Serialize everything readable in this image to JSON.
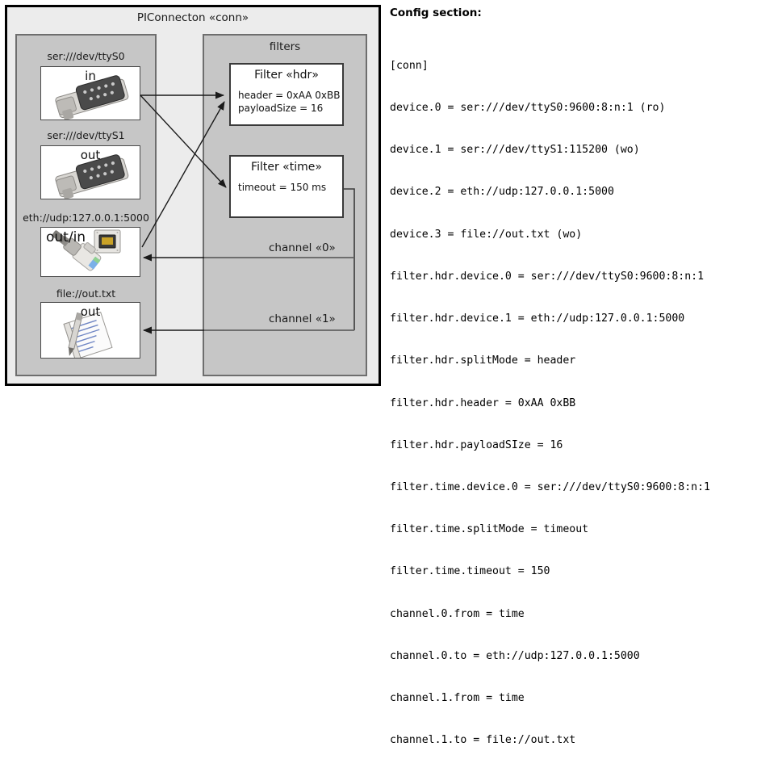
{
  "diagram": {
    "title": "PIConnecton «conn»",
    "devices_panel": {
      "title": "",
      "items": [
        {
          "label": "ser:///dev/ttyS0",
          "word": "in",
          "icon": "serial-port-icon"
        },
        {
          "label": "ser:///dev/ttyS1",
          "word": "out",
          "icon": "serial-port-icon"
        },
        {
          "label": "eth://udp:127.0.0.1:5000",
          "word": "out/in",
          "icon": "ethernet-plug-icon"
        },
        {
          "label": "file://out.txt",
          "word": "out",
          "icon": "text-file-icon"
        }
      ]
    },
    "filters_panel": {
      "title": "filters",
      "filters": [
        {
          "title": "Filter «hdr»",
          "props": [
            "header = 0xAA 0xBB",
            "payloadSize = 16"
          ]
        },
        {
          "title": "Filter «time»",
          "props": [
            "timeout = 150 ms"
          ]
        }
      ],
      "channels": [
        {
          "label": "channel «0»"
        },
        {
          "label": "channel «1»"
        }
      ]
    }
  },
  "config": {
    "heading": "Config section:",
    "lines": [
      "[conn]",
      "device.0 = ser:///dev/ttyS0:9600:8:n:1 (ro)",
      "device.1 = ser:///dev/ttyS1:115200 (wo)",
      "device.2 = eth://udp:127.0.0.1:5000",
      "device.3 = file://out.txt (wo)",
      "filter.hdr.device.0 = ser:///dev/ttyS0:9600:8:n:1",
      "filter.hdr.device.1 = eth://udp:127.0.0.1:5000",
      "filter.hdr.splitMode = header",
      "filter.hdr.header = 0xAA 0xBB",
      "filter.hdr.payloadSIze = 16",
      "filter.time.device.0 = ser:///dev/ttyS0:9600:8:n:1",
      "filter.time.splitMode = timeout",
      "filter.time.timeout = 150",
      "channel.0.from = time",
      "channel.0.to = eth://udp:127.0.0.1:5000",
      "channel.1.from = time",
      "channel.1.to = file://out.txt"
    ]
  },
  "colors": {
    "background": "#ffffff",
    "outer_panel": "#ececec",
    "inner_panel": "#c6c6c6",
    "box_fill": "#ffffff",
    "line": "#1a1a1a"
  }
}
